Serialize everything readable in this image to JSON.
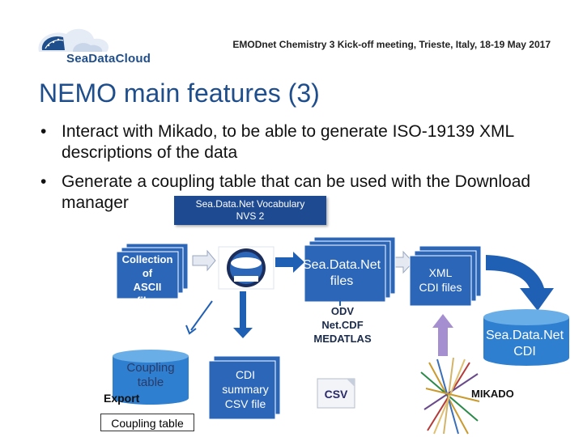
{
  "header": {
    "logo_text": "SeaDataCloud",
    "meeting": "EMODnet Chemistry 3 Kick-off meeting, Trieste, Italy, 18-19 May 2017"
  },
  "slide": {
    "title": "NEMO main features (3)",
    "bullets": [
      "Interact with Mikado, to be able to generate ISO-19139 XML descriptions of the data",
      "Generate a coupling table that can be used with the Download manager"
    ],
    "bullet_glyph": "•"
  },
  "diagram": {
    "vocab_line1": "Sea.Data.Net Vocabulary",
    "vocab_line2": "NVS 2",
    "collection": [
      "Collection",
      "of",
      "ASCII",
      "files"
    ],
    "sdn_files": [
      "Sea.Data.Net",
      "files"
    ],
    "xml_cdi": [
      "XML",
      "CDI files"
    ],
    "formats": [
      "ODV",
      "Net.CDF",
      "MEDATLAS"
    ],
    "sdn_cdi": [
      "Sea.Data.Net",
      "CDI"
    ],
    "coupling": [
      "Coupling",
      "table"
    ],
    "export": "Export",
    "coupling_table": "Coupling table",
    "cdi_summary": [
      "CDI",
      "summary",
      "CSV file"
    ],
    "csv": "CSV",
    "mikado": "MIKADO",
    "colors": {
      "primary_blue": "#1e4a92",
      "card_blue": "#2b66b8",
      "arrow_blue": "#1f5fb4",
      "xml_arrow": "#a58fd0",
      "cylinder": "#2f7fd0"
    },
    "icons": [
      "sea-data-cloud-logo",
      "nemo-logo",
      "mikado-sticks-icon",
      "csv-file-icon"
    ]
  }
}
